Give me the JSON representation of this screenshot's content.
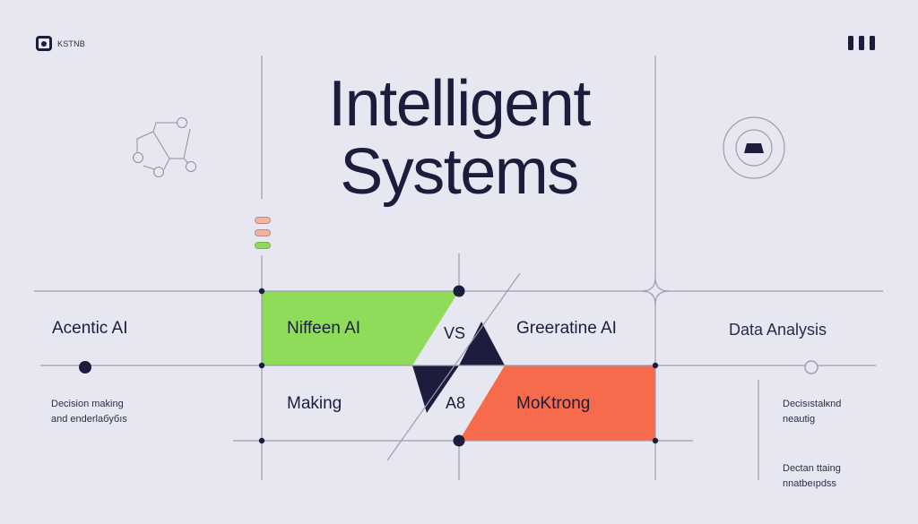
{
  "header": {
    "brand_text": "KSTNB",
    "brand_icon": "square-dot-logo-icon",
    "menu_icon": "three-bar-menu-icon"
  },
  "hero": {
    "title_line1": "Intelligent",
    "title_line2": "Systems"
  },
  "decor": {
    "left_icon": "network-graph-icon",
    "right_icon": "concentric-target-icon",
    "pills": [
      {
        "color": "#f7b399"
      },
      {
        "color": "#f7b399"
      },
      {
        "color": "#8fd85a"
      }
    ]
  },
  "left_column": {
    "title": "Acentic AI",
    "description_line1": "Decision making",
    "description_line2": "and enderlaбyбıs"
  },
  "comparison": {
    "top_left": {
      "label": "Niffeen AI",
      "color": "#8fdb5a"
    },
    "top_right": {
      "label": "Greeratine AI"
    },
    "bottom_left": {
      "label": "Making"
    },
    "bottom_right": {
      "label": "MoKtrong",
      "color": "#f56b4b"
    },
    "vs_top": "VS",
    "vs_bottom": "A8"
  },
  "right_column": {
    "title": "Data Analysis",
    "note1_line1": "Decisıstalκnd",
    "note1_line2": "neautig",
    "note2_line1": "Dectan ttaing",
    "note2_line2": "nnatbeıpdss"
  },
  "colors": {
    "background": "#e7e7f2",
    "ink": "#1c1d3c",
    "line": "#9a9aaa",
    "green": "#8fdb5a",
    "orange": "#f56b4b",
    "peach": "#f7b399"
  }
}
